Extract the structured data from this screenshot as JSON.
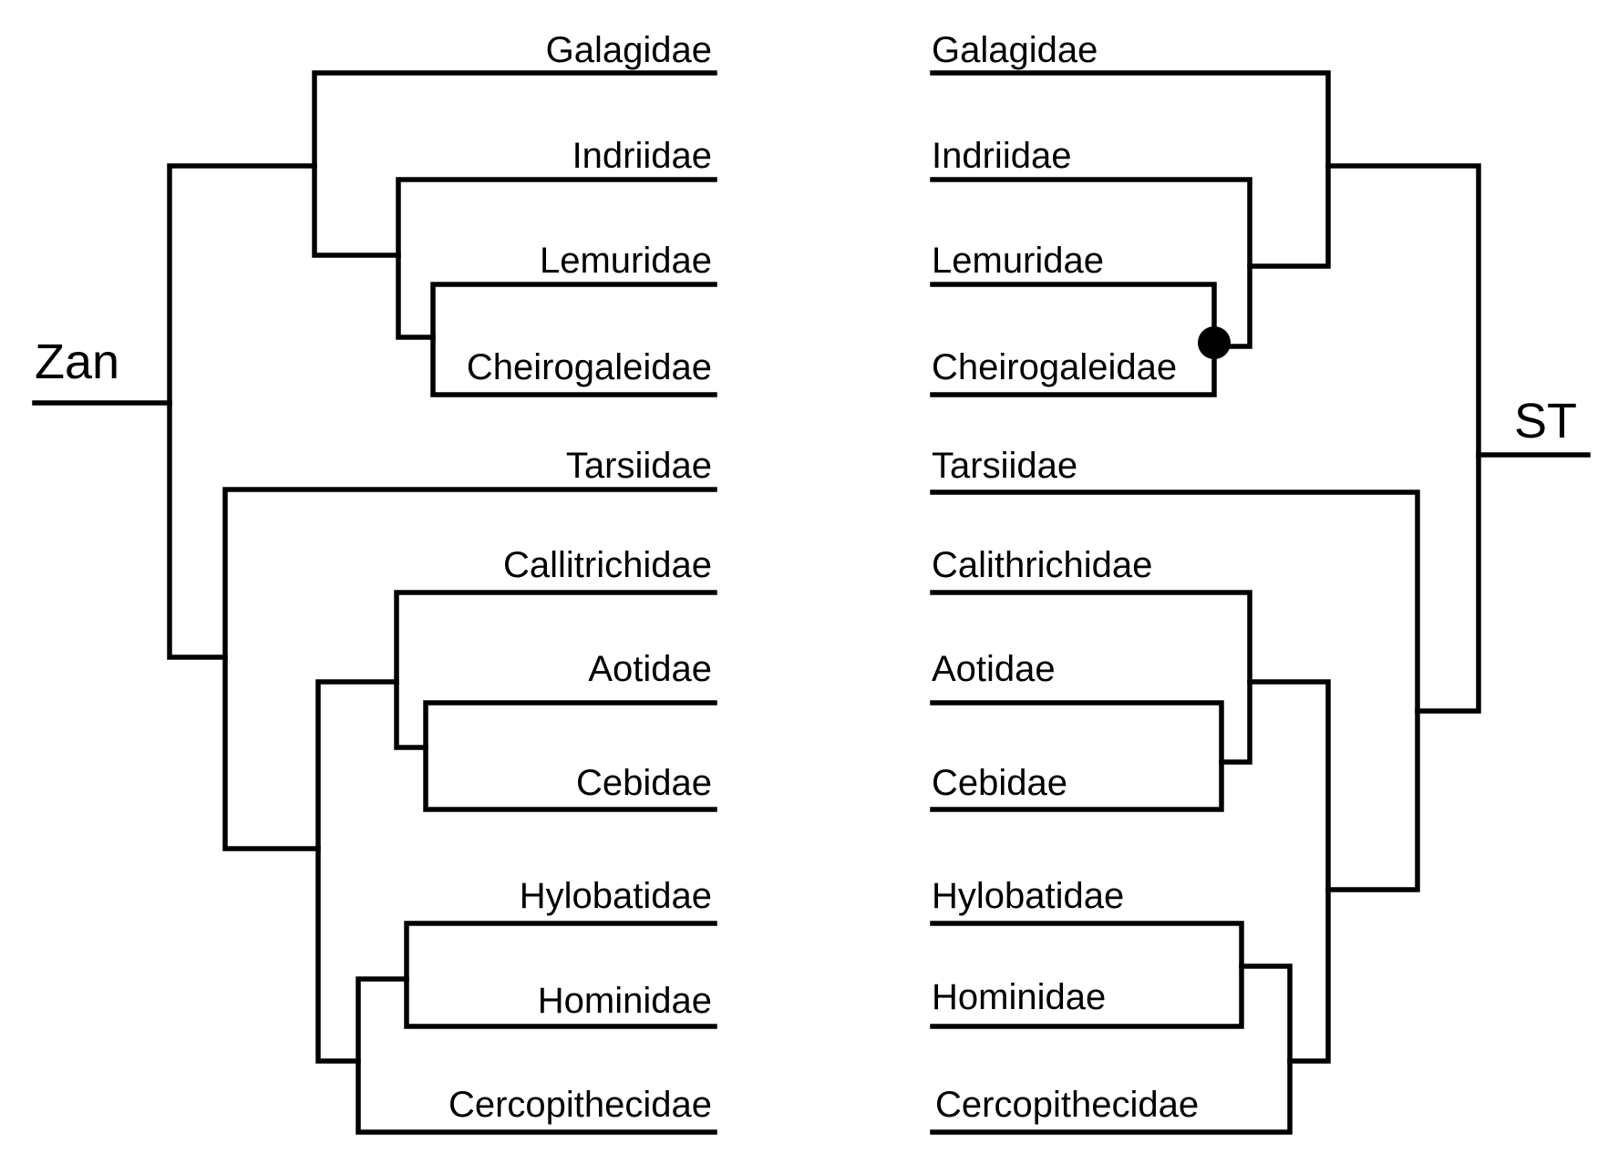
{
  "left_tree": {
    "root_label": "Zan",
    "taxa": [
      "Galagidae",
      "Indriidae",
      "Lemuridae",
      "Cheirogaleidae",
      "Tarsiidae",
      "Callitrichidae",
      "Aotidae",
      "Cebidae",
      "Hylobatidae",
      "Hominidae",
      "Cercopithecidae"
    ]
  },
  "right_tree": {
    "root_label": "ST",
    "taxa": [
      "Galagidae",
      "Indriidae",
      "Lemuridae",
      "Cheirogaleidae",
      "Tarsiidae",
      "Calithrichidae",
      "Aotidae",
      "Cebidae",
      "Hylobatidae",
      "Hominidae",
      "Cercopithecidae"
    ]
  },
  "colors": {
    "line": "#000000",
    "background": "#ffffff"
  }
}
